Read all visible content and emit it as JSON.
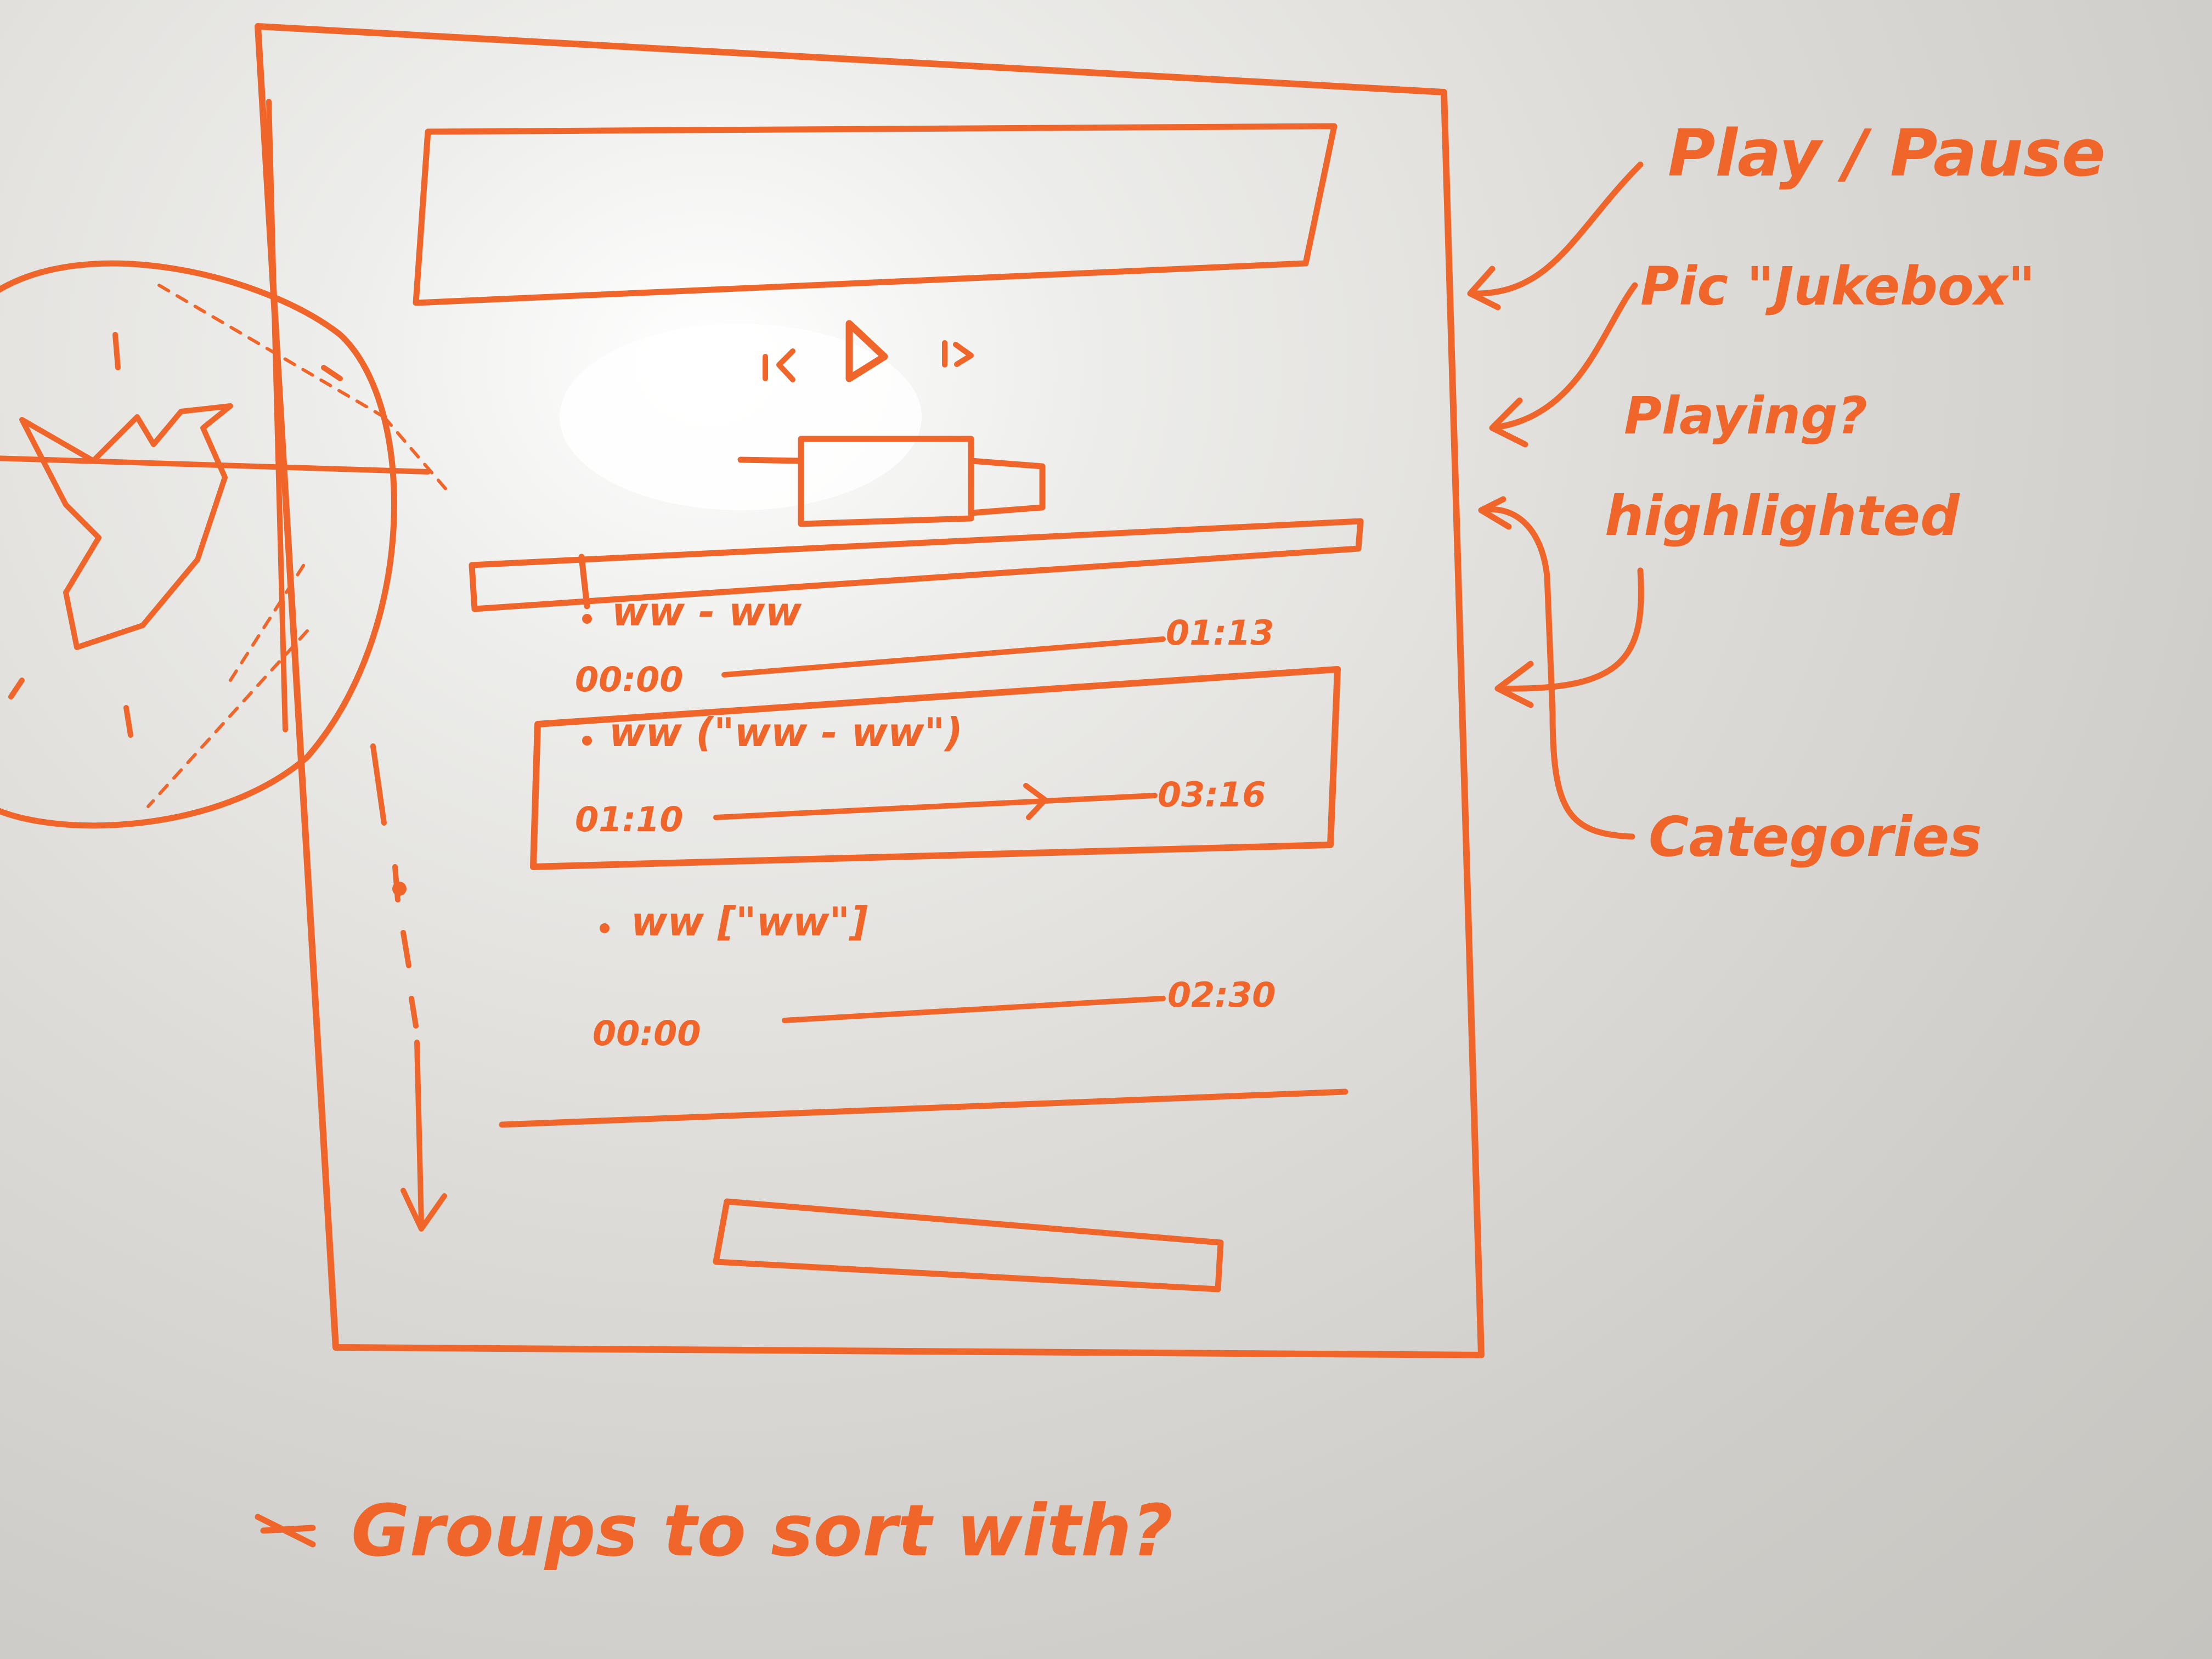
{
  "ink_color": "#f0662a",
  "board_color": "#dedcd8",
  "player": {
    "controls": {
      "prev_icon": "previous-icon",
      "play_icon": "play-icon",
      "next_icon": "next-icon"
    },
    "tracks": [
      {
        "title": "ww - ww",
        "start_time": "00:00",
        "end_time": "01:13"
      },
      {
        "title": "ww (\"ww - ww\")",
        "start_time": "01:10",
        "end_time": "03:16"
      },
      {
        "title": "ww [\"ww\"]",
        "start_time": "00:00",
        "end_time": "02:30"
      }
    ]
  },
  "annotations": {
    "play_pause": "Play / Pause",
    "jukebox": "Pic \"Jukebox\"",
    "playing": "Playing?",
    "highlighted": "highlighted",
    "categories": "Categories",
    "footer_note": "Groups to sort with?"
  },
  "side_doodle": {
    "icon": "twitter-bird-icon"
  }
}
